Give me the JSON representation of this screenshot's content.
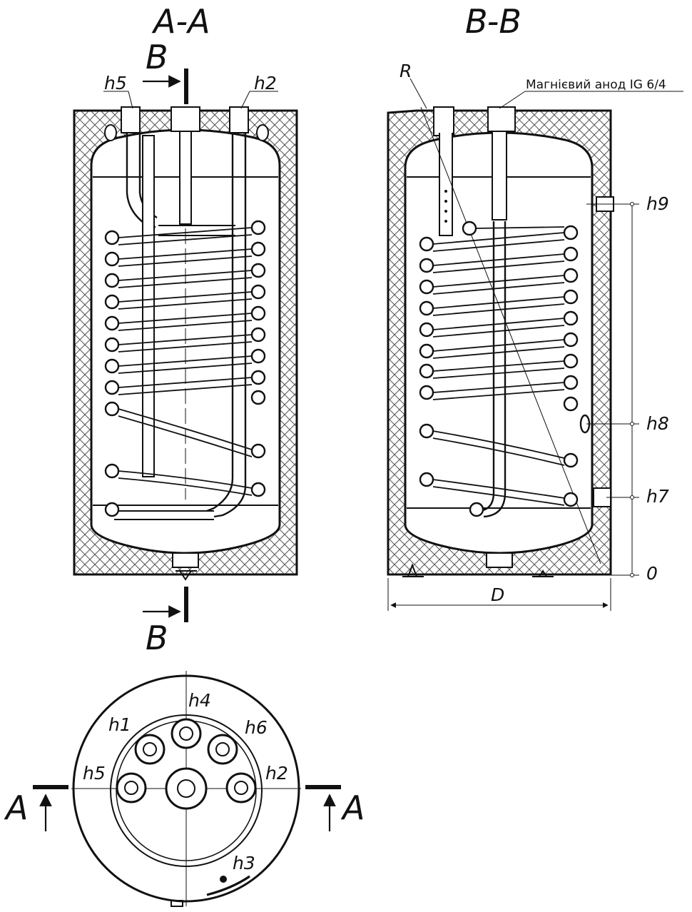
{
  "views": {
    "section_aa": {
      "title": "A-A",
      "cut_label": "B"
    },
    "section_bb": {
      "title": "B-B",
      "radius_label": "R",
      "anode_label": "Магнієвий анод IG 6/4",
      "width_label": "D"
    },
    "top_view": {
      "cut_label": "A"
    }
  },
  "connections": {
    "h1": "h1",
    "h2": "h2",
    "h3": "h3",
    "h4": "h4",
    "h5": "h5",
    "h6": "h6",
    "h7": "h7",
    "h8": "h8",
    "h9": "h9",
    "zero": "0"
  }
}
